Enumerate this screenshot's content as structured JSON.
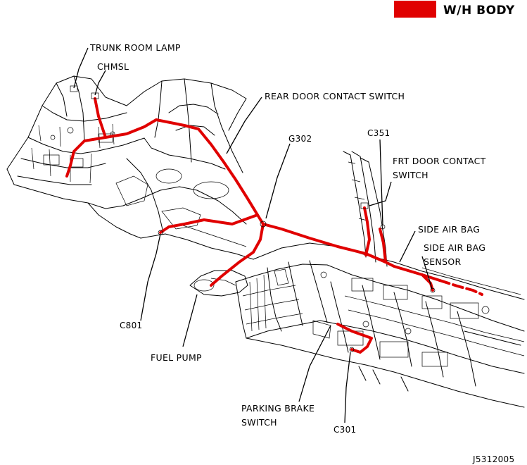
{
  "legend": {
    "label": "W/H BODY",
    "color": "#e00000"
  },
  "labels": {
    "trunk_room_lamp": "TRUNK ROOM LAMP",
    "chmsl": "CHMSL",
    "rear_door_contact_switch": "REAR DOOR CONTACT SWITCH",
    "g302": "G302",
    "c351": "C351",
    "frt_door_contact_switch_1": "FRT DOOR CONTACT",
    "frt_door_contact_switch_2": "SWITCH",
    "side_air_bag": "SIDE AIR BAG",
    "side_air_bag_sensor_1": "SIDE AIR BAG",
    "side_air_bag_sensor_2": "SENSOR",
    "c801": "C801",
    "fuel_pump": "FUEL PUMP",
    "parking_brake_switch_1": "PARKING BRAKE",
    "parking_brake_switch_2": "SWITCH",
    "c301": "C301"
  },
  "figure_code": "J5312005"
}
